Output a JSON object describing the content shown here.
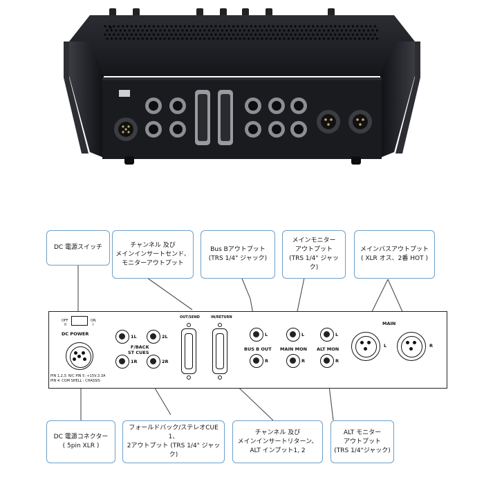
{
  "callouts": {
    "dc_switch": "DC 電源スイッチ",
    "channel_send": "チャンネル 及び\nメインインサートセンド、\nモニターアウトプット",
    "bus_b_out": "Bus Bアウトプット\n(TRS 1/4\" ジャック)",
    "main_monitor": "メインモニター\nアウトプット\n(TRS 1/4\" ジャック)",
    "main_bus_out": "メインバスアウトプット\n( XLR オス、2番 HOT )",
    "dc_connector": "DC 電源コネクター\n( 5pin XLR )",
    "foldback": "フォールドバック/ステレオCUE 1、\n2アウトプット (TRS 1/4\" ジャック)",
    "channel_return": "チャンネル 及び\nメインインサートリターン、\nALT インプット1, 2",
    "alt_monitor": "ALT モニター\nアウトプット\n(TRS 1/4\"ジャック)"
  },
  "panel": {
    "switch_off": "OFF",
    "switch_off_num": "0",
    "switch_on": "ON",
    "switch_on_num": "I",
    "dc_power": "DC POWER",
    "pin_note_1": "PIN 1,2,3: N/C  PIN 5: +15V,3.3A",
    "pin_note_2": "PIN 4: COM     SHELL : CHASSIS",
    "j_1l": "1L",
    "j_2l": "2L",
    "j_1r": "1R",
    "j_2r": "2R",
    "fback": "F/BACK",
    "st_cues": "ST CUES",
    "out_send": "OUT/SEND",
    "in_return": "IN/RETURN",
    "bus_b_out": "BUS B OUT",
    "main_mon": "MAIN MON",
    "alt_mon": "ALT MON",
    "l": "L",
    "r": "R",
    "main": "MAIN"
  },
  "colors": {
    "callout_border": "#6d9fc8",
    "leader_line": "#4a4a4a",
    "chassis": "#1c1d21"
  }
}
